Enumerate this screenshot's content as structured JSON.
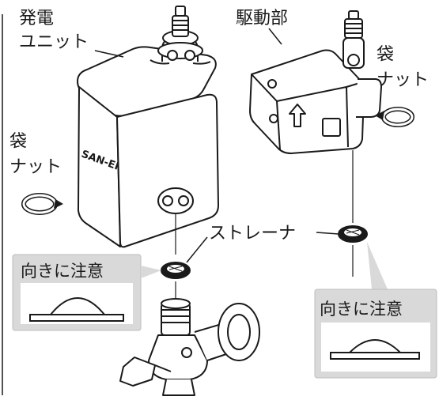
{
  "labels": {
    "generator_line1": "発電",
    "generator_line2": "ユニット",
    "drive_unit": "駆動部",
    "cap_nut_right_line1": "袋",
    "cap_nut_right_line2": "ナット",
    "cap_nut_left_line1": "袋",
    "cap_nut_left_line2": "ナット",
    "strainer": "ストレーナ",
    "orientation_note_left": "向きに注意",
    "orientation_note_right": "向きに注意",
    "brand_mark": "SAN-EI"
  },
  "colors": {
    "line": "#1a1a1a",
    "callout_fill": "#d9d9d9",
    "box_fill": "#ffffff"
  },
  "icons": {
    "rotation_arrow": "circular-arrow-icon",
    "direction_arrow": "up-arrow-icon"
  }
}
